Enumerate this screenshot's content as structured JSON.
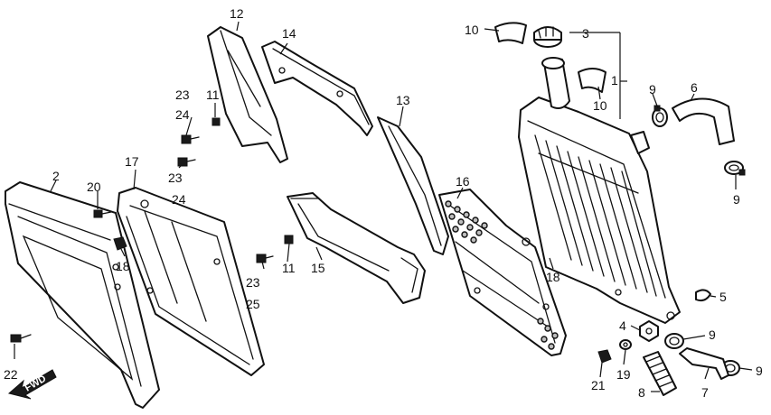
{
  "labels": {
    "l1": "1",
    "l2": "2",
    "l3": "3",
    "l4": "4",
    "l5": "5",
    "l6": "6",
    "l7": "7",
    "l8": "8",
    "l9a": "9",
    "l9b": "9",
    "l9c": "9",
    "l9d": "9",
    "l10a": "10",
    "l10b": "10",
    "l11a": "11",
    "l11b": "11",
    "l12": "12",
    "l13": "13",
    "l14": "14",
    "l15": "15",
    "l16": "16",
    "l17": "17",
    "l18a": "18",
    "l18b": "18",
    "l19": "19",
    "l20": "20",
    "l21": "21",
    "l22": "22",
    "l23a": "23",
    "l23b": "23",
    "l23c": "23",
    "l24a": "24",
    "l24b": "24",
    "l25": "25"
  },
  "fwd_marker": "FWD"
}
